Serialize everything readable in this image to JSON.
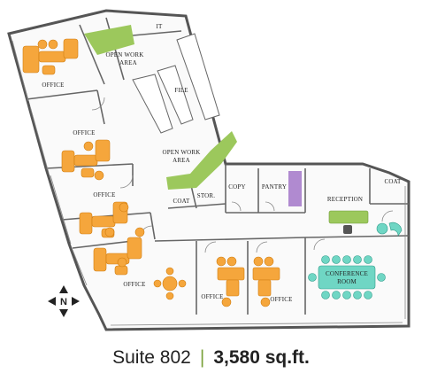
{
  "labels": {
    "office_1": "OFFICE",
    "office_2": "OFFICE",
    "office_3": "OFFICE",
    "office_4": "OFFICE",
    "office_5": "OFFICE",
    "office_6": "OFFICE",
    "open_work_area_1_line1": "OPEN WORK",
    "open_work_area_1_line2": "AREA",
    "open_work_area_2_line1": "OPEN WORK",
    "open_work_area_2_line2": "AREA",
    "it": "IT",
    "file": "FILE",
    "copy": "COPY",
    "pantry": "PANTRY",
    "stor": "STOR.",
    "coat_1": "COAT",
    "coat_2": "COAT",
    "reception": "RECEPTION",
    "conference_line1": "CONFERENCE",
    "conference_line2": "ROOM"
  },
  "compass": {
    "letter": "N"
  },
  "caption": {
    "suite": "Suite 802",
    "separator": "|",
    "area": "3,580 sq.ft."
  },
  "colors": {
    "desk": "#f5a63c",
    "open_area": "#9cc85c",
    "pantry": "#b08ad0",
    "conference": "#6fd6c4",
    "wall": "#555555",
    "floor": "#fafafa"
  }
}
